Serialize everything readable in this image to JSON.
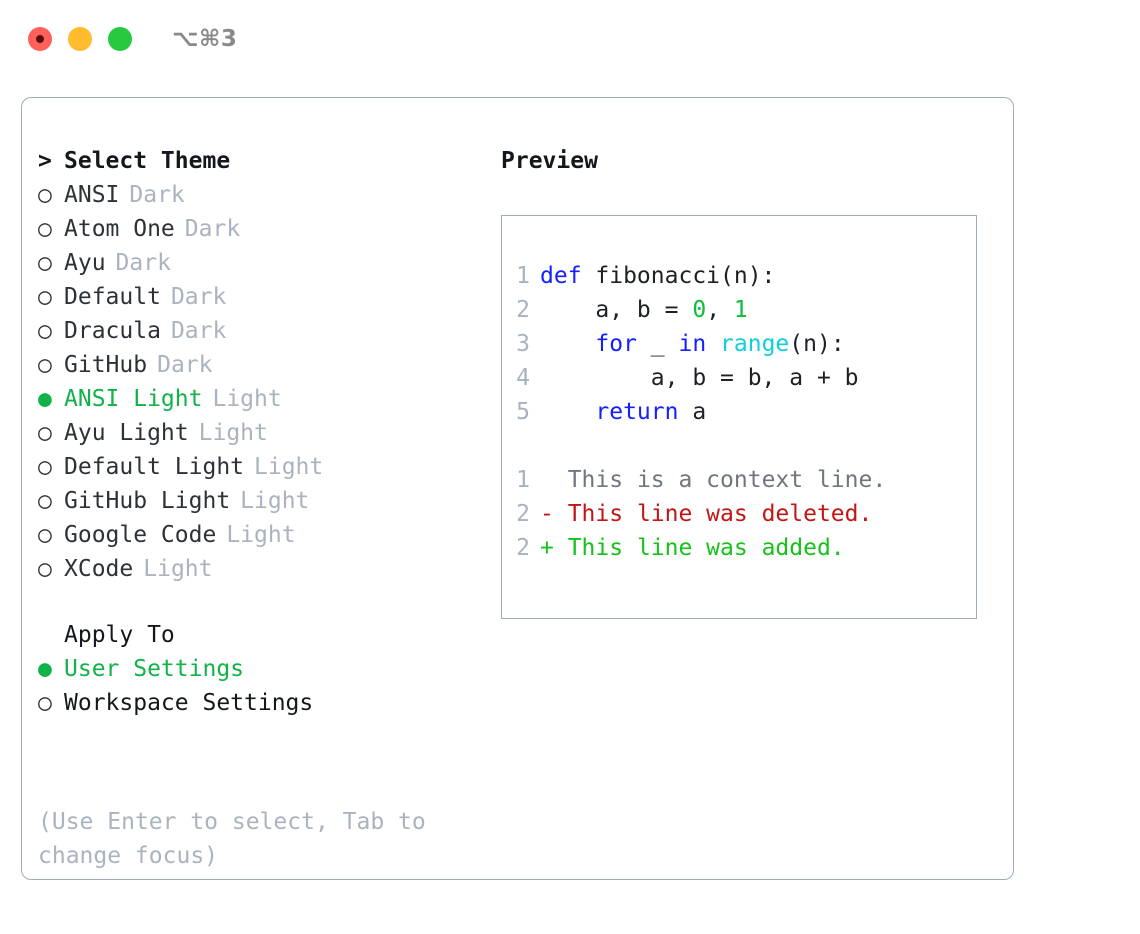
{
  "window": {
    "shortcut_label": "⌥⌘3",
    "traffic_lights": [
      "close-red",
      "minimize-yellow",
      "maximize-green"
    ]
  },
  "theme_picker": {
    "heading_caret": ">",
    "heading": "Select Theme",
    "items": [
      {
        "bullet": "○",
        "name": "ANSI",
        "kind": "Dark",
        "selected": false
      },
      {
        "bullet": "○",
        "name": "Atom One",
        "kind": "Dark",
        "selected": false
      },
      {
        "bullet": "○",
        "name": "Ayu",
        "kind": "Dark",
        "selected": false
      },
      {
        "bullet": "○",
        "name": "Default",
        "kind": "Dark",
        "selected": false
      },
      {
        "bullet": "○",
        "name": "Dracula",
        "kind": "Dark",
        "selected": false
      },
      {
        "bullet": "○",
        "name": "GitHub",
        "kind": "Dark",
        "selected": false
      },
      {
        "bullet": "●",
        "name": "ANSI Light",
        "kind": "Light",
        "selected": true
      },
      {
        "bullet": "○",
        "name": "Ayu Light",
        "kind": "Light",
        "selected": false
      },
      {
        "bullet": "○",
        "name": "Default Light",
        "kind": "Light",
        "selected": false
      },
      {
        "bullet": "○",
        "name": "GitHub Light",
        "kind": "Light",
        "selected": false
      },
      {
        "bullet": "○",
        "name": "Google Code",
        "kind": "Light",
        "selected": false
      },
      {
        "bullet": "○",
        "name": "XCode",
        "kind": "Light",
        "selected": false
      }
    ]
  },
  "apply_to": {
    "label": "Apply To",
    "options": [
      {
        "bullet": "●",
        "label": "User Settings",
        "selected": true
      },
      {
        "bullet": "○",
        "label": "Workspace Settings",
        "selected": false
      }
    ]
  },
  "hint": "(Use Enter to select, Tab to change focus)",
  "preview": {
    "title": "Preview",
    "code_lines": [
      {
        "no": "1",
        "tokens": [
          {
            "t": "def ",
            "c": "kw"
          },
          {
            "t": "fibonacci(n):",
            "c": "plain"
          }
        ]
      },
      {
        "no": "2",
        "tokens": [
          {
            "t": "    a, b = ",
            "c": "plain"
          },
          {
            "t": "0",
            "c": "num"
          },
          {
            "t": ", ",
            "c": "plain"
          },
          {
            "t": "1",
            "c": "num"
          }
        ]
      },
      {
        "no": "3",
        "tokens": [
          {
            "t": "    ",
            "c": "plain"
          },
          {
            "t": "for",
            "c": "kw"
          },
          {
            "t": " _ ",
            "c": "plain"
          },
          {
            "t": "in",
            "c": "kw"
          },
          {
            "t": " ",
            "c": "plain"
          },
          {
            "t": "range",
            "c": "fn"
          },
          {
            "t": "(n):",
            "c": "plain"
          }
        ]
      },
      {
        "no": "4",
        "tokens": [
          {
            "t": "        a, b = b, a + b",
            "c": "plain"
          }
        ]
      },
      {
        "no": "5",
        "tokens": [
          {
            "t": "    ",
            "c": "plain"
          },
          {
            "t": "return",
            "c": "kw"
          },
          {
            "t": " a",
            "c": "plain"
          }
        ]
      }
    ],
    "diff_lines": [
      {
        "no": "1",
        "marker": " ",
        "text": " This is a context line.",
        "kind": "ctx"
      },
      {
        "no": "2",
        "marker": "-",
        "text": " This line was deleted.",
        "kind": "del"
      },
      {
        "no": "2",
        "marker": "+",
        "text": " This line was added.",
        "kind": "add"
      }
    ]
  },
  "colors": {
    "accent_green": "#12b24a",
    "muted_gray": "#aab3be",
    "border": "#9fadbd",
    "keyword_blue": "#1520ff",
    "function_cyan": "#0fcfd8",
    "number_green": "#0bbf3a",
    "diff_delete_red": "#c31515",
    "diff_add_green": "#16c219",
    "traffic_red": "#ff605c",
    "traffic_yellow": "#ffbd2e",
    "traffic_green": "#28c93f"
  }
}
